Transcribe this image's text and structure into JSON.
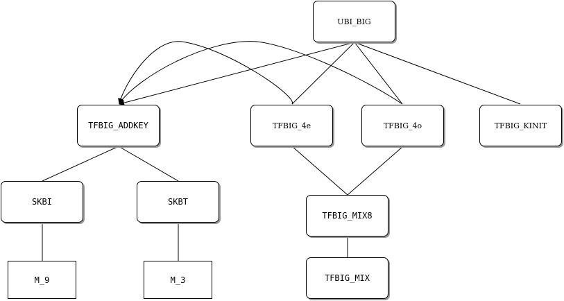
{
  "nodes": {
    "ubi_big": "UBI_BIG",
    "tfbig_addkey": "TFBIG_ADDKEY",
    "tfbig_4e": "TFBIG_4e",
    "tfbig_4o": "TFBIG_4o",
    "tfbig_kinit": "TFBIG_KINIT",
    "skbi": "SKBI",
    "skbt": "SKBT",
    "tfbig_mix8": "TFBIG_MIX8",
    "m_9": "M_9",
    "m_3": "M_3",
    "tfbig_mix": "TFBIG_MIX"
  },
  "edges": [
    {
      "from": "UBI_BIG",
      "to": "TFBIG_ADDKEY"
    },
    {
      "from": "UBI_BIG",
      "to": "TFBIG_4e"
    },
    {
      "from": "UBI_BIG",
      "to": "TFBIG_4o"
    },
    {
      "from": "UBI_BIG",
      "to": "TFBIG_KINIT"
    },
    {
      "from": "TFBIG_4e",
      "to": "TFBIG_ADDKEY"
    },
    {
      "from": "TFBIG_4o",
      "to": "TFBIG_ADDKEY"
    },
    {
      "from": "TFBIG_ADDKEY",
      "to": "SKBI"
    },
    {
      "from": "TFBIG_ADDKEY",
      "to": "SKBT"
    },
    {
      "from": "TFBIG_4e",
      "to": "TFBIG_MIX8"
    },
    {
      "from": "TFBIG_4o",
      "to": "TFBIG_MIX8"
    },
    {
      "from": "SKBI",
      "to": "M_9"
    },
    {
      "from": "SKBT",
      "to": "M_3"
    },
    {
      "from": "TFBIG_MIX8",
      "to": "TFBIG_MIX"
    }
  ]
}
